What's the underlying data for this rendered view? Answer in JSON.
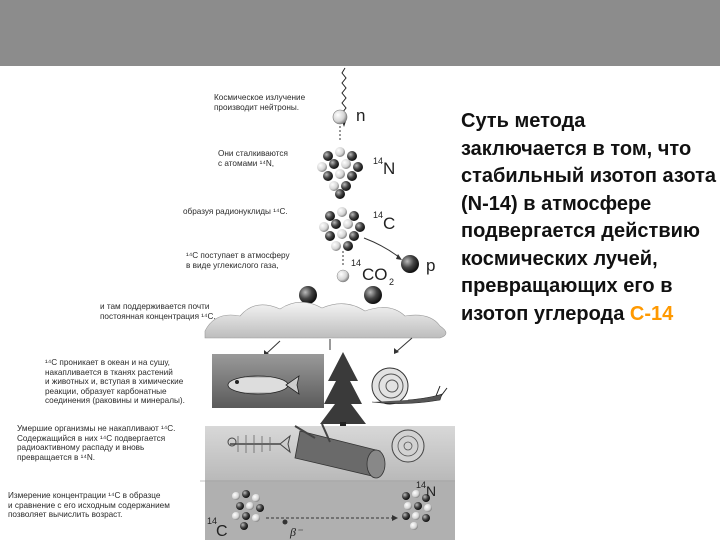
{
  "colors": {
    "background": "#8c8c8c",
    "card": "#ffffff",
    "text": "#111111",
    "accent": "#ff9900"
  },
  "figure": {
    "captions": {
      "c1": "Космическое излучение\nпроизводит нейтроны.",
      "c2": "Они сталкиваются\nс атомами ¹⁴N,",
      "c3": "образуя радионуклиды ¹⁴C.",
      "c4": "¹⁴C поступает в атмосферу\nв виде углекислого газа,",
      "c5": "и там поддерживается почти\nпостоянная концентрация ¹⁴C.",
      "c6": "¹⁴C проникает в океан и на сушу,\nнакапливается в тканях растений\nи животных и, вступая в химические\nреакции, образует карбонатные\nсоединения (раковины и минералы).",
      "c7": "Умершие организмы не накапливают ¹⁴C.\nСодержащийся в них ¹⁴C подвергается\nрадиоактивному распаду и вновь\nпревращается в ¹⁴N.",
      "c8": "Измерение концентрации ¹⁴C в образце\nи сравнение с его исходным содержанием\nпозволяет вычислить возраст."
    },
    "labels": {
      "n": "n",
      "n14_mass": "14",
      "n14_sym": "N",
      "c14_mass": "14",
      "c14_sym": "C",
      "co2_mass": "14",
      "co2_sym": "CO",
      "co2_sub": "2",
      "p": "p",
      "n14b_mass": "14",
      "n14b_sym": "N",
      "c14b_mass": "14",
      "c14b_sym": "C",
      "beta": "β⁻"
    }
  },
  "text": {
    "main": "Суть метода заключается в том, что стабильный изотоп азота (N-14) в атмосфере подвергается действию космических лучей, превращающих его в изотоп углерода ",
    "highlight": "С-14"
  }
}
